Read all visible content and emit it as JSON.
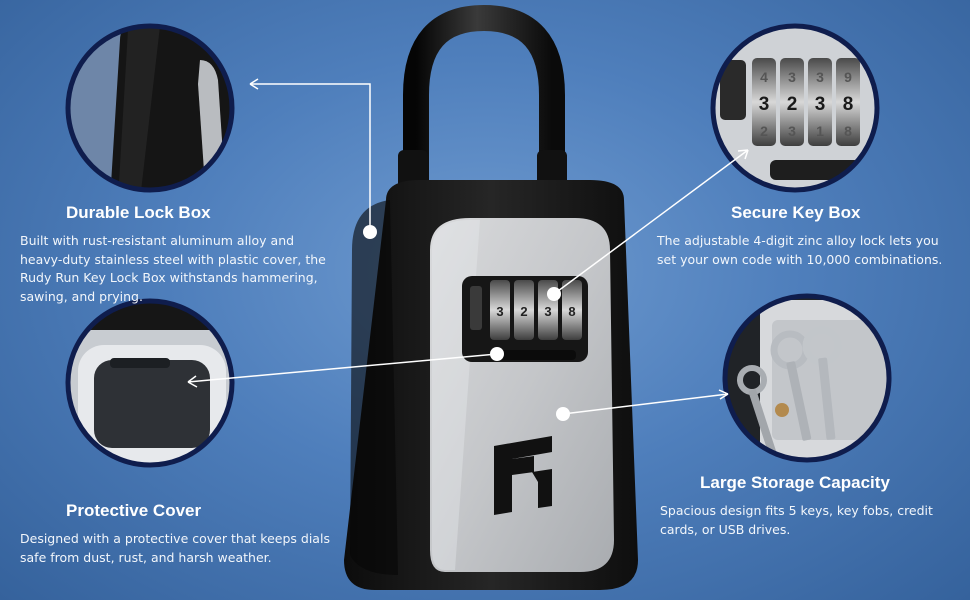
{
  "brand": {
    "logo_icon": "rudy-run-logo-icon",
    "background_color": "#4f7fbc",
    "ring_color": "#0f1d4d"
  },
  "lock": {
    "dial_digits": [
      "3",
      "2",
      "3",
      "8"
    ],
    "secure_detail_digits": {
      "top": [
        "4",
        "3",
        "3",
        "9"
      ],
      "middle": [
        "3",
        "2",
        "3",
        "8"
      ],
      "bottom": [
        "2",
        "3",
        "1",
        "8"
      ]
    }
  },
  "features": {
    "durable": {
      "title": "Durable Lock Box",
      "description": "Built with rust-resistant aluminum alloy and heavy-duty stainless steel with plastic cover, the Rudy Run Key Lock Box withstands hammering, sawing, and prying."
    },
    "secure": {
      "title": "Secure Key Box",
      "description": "The adjustable 4-digit zinc alloy lock lets you set your own code with 10,000 combinations."
    },
    "protective": {
      "title": "Protective Cover",
      "description": "Designed with a protective cover that keeps dials safe from dust, rust, and harsh weather."
    },
    "storage": {
      "title": "Large Storage Capacity",
      "description": "Spacious design fits 5 keys, key fobs, credit cards, or USB drives."
    }
  }
}
